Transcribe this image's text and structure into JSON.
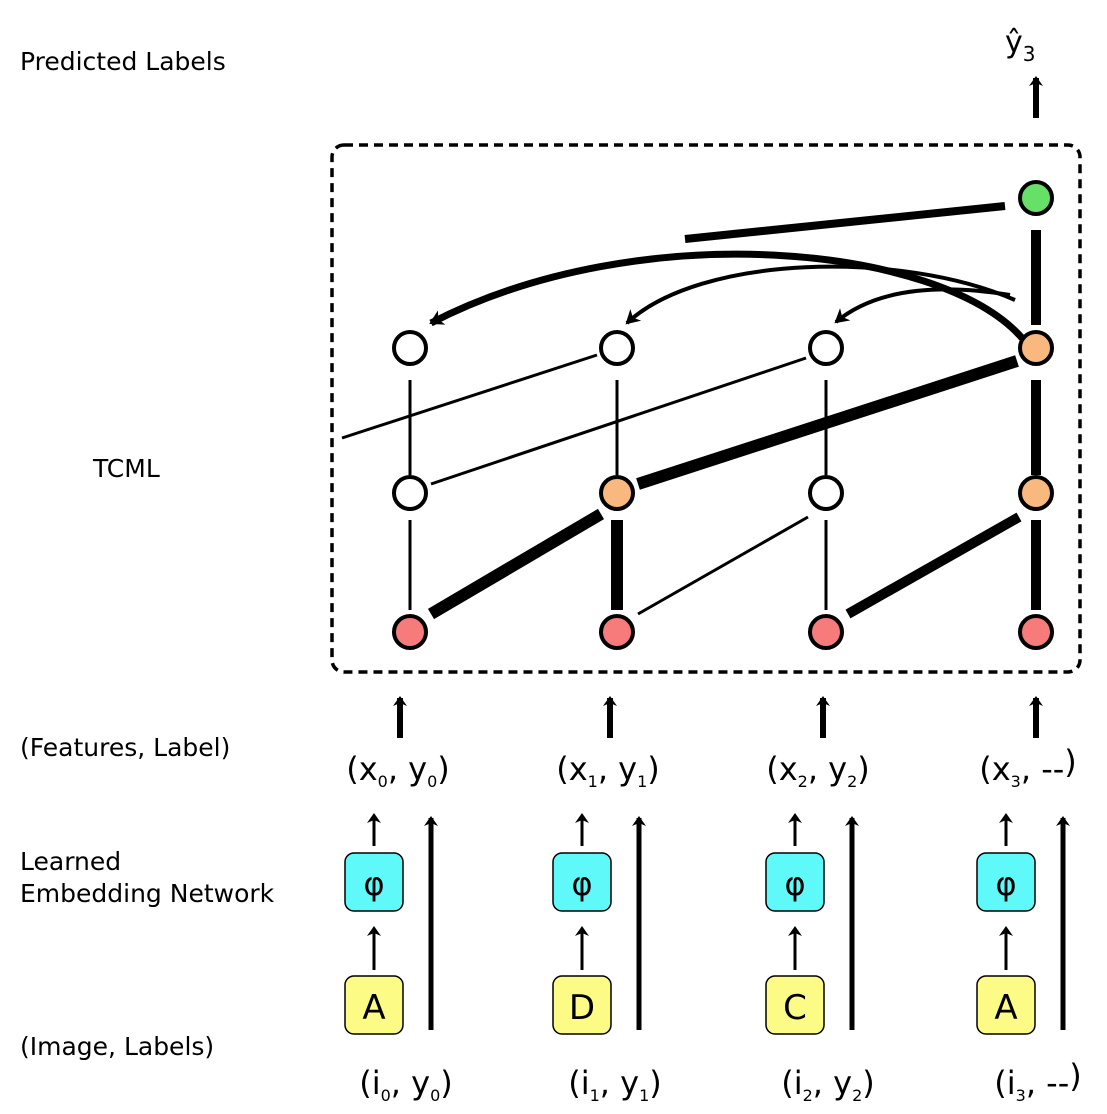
{
  "row_labels": {
    "predicted": "Predicted Labels",
    "model": "TCML",
    "features": "(Features, Label)",
    "embedding_line1": "Learned",
    "embedding_line2": "Embedding Network",
    "images": "(Image, Labels)"
  },
  "output": {
    "base": "ŷ",
    "sub": "3"
  },
  "columns": [
    {
      "feature": {
        "x": "x",
        "xs": "0",
        "y": "y",
        "ys": "0"
      },
      "embedding": "φ",
      "image": "A",
      "input": {
        "i": "i",
        "is": "0",
        "y": "y",
        "ys": "0"
      }
    },
    {
      "feature": {
        "x": "x",
        "xs": "1",
        "y": "y",
        "ys": "1"
      },
      "embedding": "φ",
      "image": "D",
      "input": {
        "i": "i",
        "is": "1",
        "y": "y",
        "ys": "1"
      }
    },
    {
      "feature": {
        "x": "x",
        "xs": "2",
        "y": "y",
        "ys": "2"
      },
      "embedding": "φ",
      "image": "C",
      "input": {
        "i": "i",
        "is": "2",
        "y": "y",
        "ys": "2"
      }
    },
    {
      "feature": {
        "x": "x",
        "xs": "3",
        "y": "--",
        "ys": ""
      },
      "embedding": "φ",
      "image": "A",
      "input": {
        "i": "i",
        "is": "3",
        "y": "--",
        "ys": ""
      }
    }
  ],
  "colors": {
    "output_node": "#66e066",
    "attended_node": "#f9b87e",
    "input_node": "#f77b7b",
    "empty_node": "#ffffff",
    "embedding_box": "#5ff9f9",
    "image_box": "#fbfb86"
  }
}
